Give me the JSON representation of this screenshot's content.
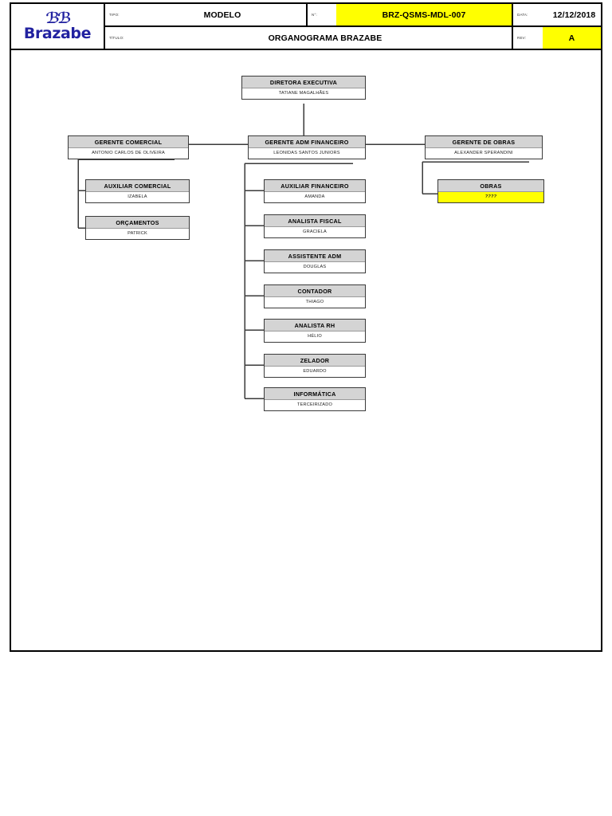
{
  "title_block": {
    "logo": {
      "mark": "ℬℬ",
      "word": "Brazabe",
      "color": "#2222a0"
    },
    "tipo_label": "TIPO:",
    "tipo_value": "MODELO",
    "numero_label": "N°:",
    "numero_value": "BRZ-QSMS-MDL-007",
    "data_label": "DATA:",
    "data_value": "12/12/2018",
    "titulo_label": "TÍTULO:",
    "titulo_value": "ORGANOGRAMA BRAZABE",
    "rev_label": "REV:",
    "rev_value": "A",
    "highlight_color": "#ffff00"
  },
  "org_chart": {
    "type": "org-hierarchy",
    "root": {
      "title": "DIRETORA EXECUTIVA",
      "name": "TATIANE MAGALHÃES"
    },
    "managers": [
      {
        "title": "GERENTE COMERCIAL",
        "name": "ANTONIO CARLOS DE OLIVEIRA"
      },
      {
        "title": "GERENTE ADM FINANCEIRO",
        "name": "LEONIDAS SANTOS JUNIORS"
      },
      {
        "title": "GERENTE DE OBRAS",
        "name": "ALEXANDER SPERANDINI"
      }
    ],
    "commercial_reports": [
      {
        "title": "AUXILIAR COMERCIAL",
        "name": "IZABELA"
      },
      {
        "title": "ORÇAMENTOS",
        "name": "PATRICK"
      }
    ],
    "finance_reports": [
      {
        "title": "AUXILIAR FINANCEIRO",
        "name": "AMANDA"
      },
      {
        "title": "ANALISTA FISCAL",
        "name": "GRACIELA"
      },
      {
        "title": "ASSISTENTE ADM",
        "name": "DOUGLAS"
      },
      {
        "title": "CONTADOR",
        "name": "THIAGO"
      },
      {
        "title": "ANALISTA RH",
        "name": "HÉLIO"
      },
      {
        "title": "ZELADOR",
        "name": "EDUARDO"
      },
      {
        "title": "INFORMÁTICA",
        "name": "TERCEIRIZADO"
      }
    ],
    "works_reports": [
      {
        "title": "OBRAS",
        "name": "????",
        "highlighted": true
      }
    ],
    "box_header_color": "#d4d4d4",
    "box_border_color": "#3a3a3a"
  }
}
